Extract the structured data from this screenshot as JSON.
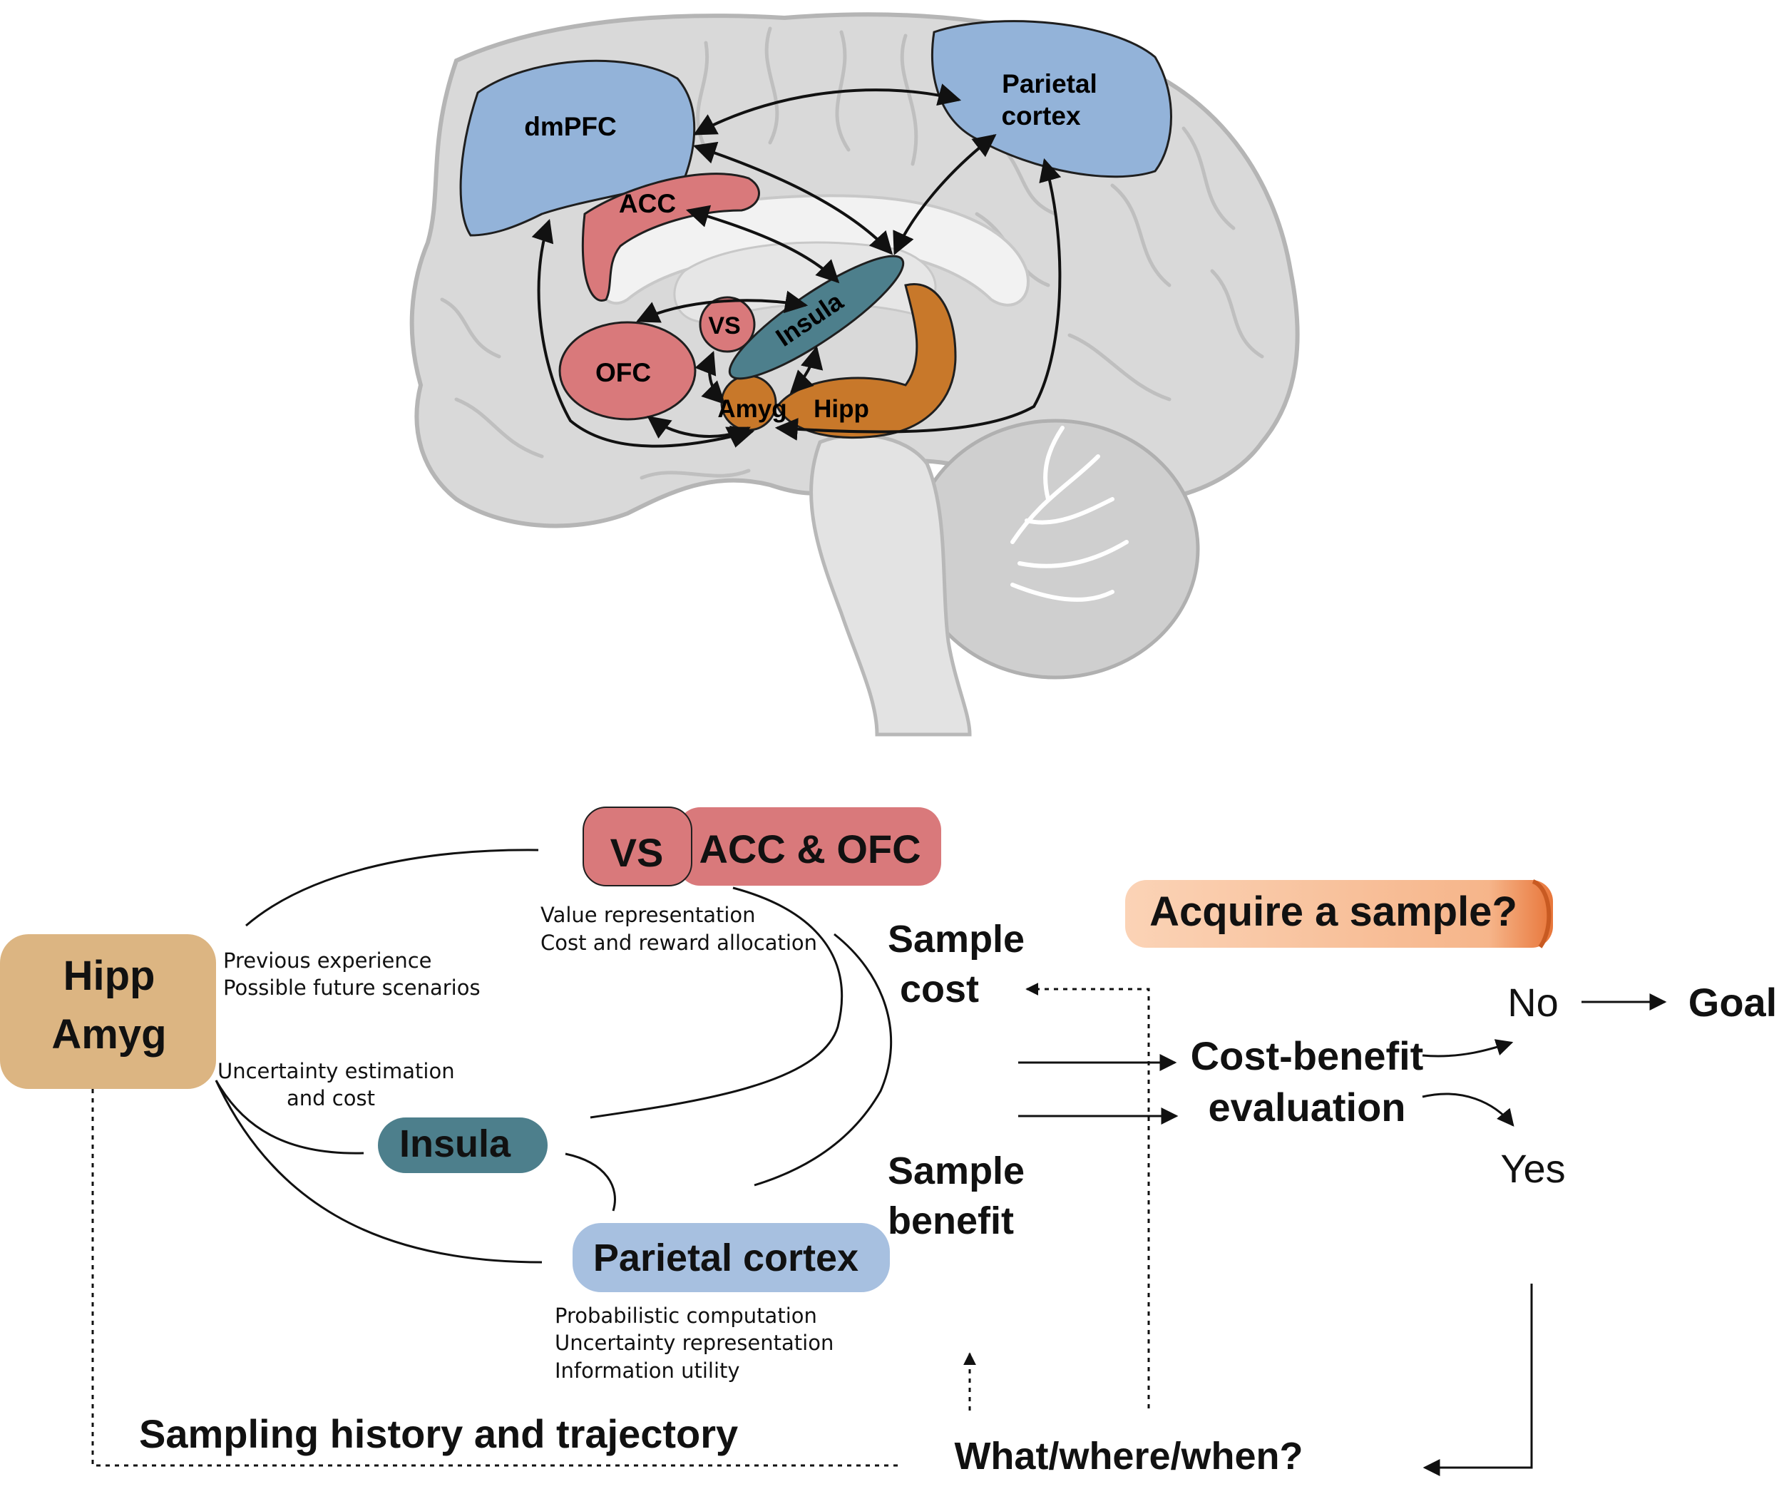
{
  "brain": {
    "regions": {
      "dmpfc": "dmPFC",
      "parietal_line1": "Parietal",
      "parietal_line2": "cortex",
      "acc": "ACC",
      "vs": "VS",
      "insula": "Insula",
      "ofc": "OFC",
      "amyg": "Amyg",
      "hipp": "Hipp"
    }
  },
  "flow": {
    "vs": "VS",
    "acc_ofc": "ACC & OFC",
    "vs_note_1": "Value representation",
    "vs_note_2": "Cost and reward allocation",
    "hipp_line1": "Hipp",
    "hipp_line2": "Amyg",
    "hipp_note_1": "Previous experience",
    "hipp_note_2": "Possible future scenarios",
    "uncertainty_1": "Uncertainty  estimation",
    "uncertainty_2": "and cost",
    "insula": "Insula",
    "parietal": "Parietal cortex",
    "parietal_note_1": "Probabilistic computation",
    "parietal_note_2": "Uncertainty representation",
    "parietal_note_3": "Information utility",
    "sample_cost_1": "Sample",
    "sample_cost_2": "cost",
    "sample_benefit_1": "Sample",
    "sample_benefit_2": "benefit",
    "cost_benefit_1": "Cost-benefit",
    "cost_benefit_2": "evaluation",
    "acquire": "Acquire a sample?",
    "no": "No",
    "goal": "Goal",
    "yes": "Yes",
    "what_where_when": "What/where/when?",
    "history": "Sampling history and trajectory"
  },
  "colors": {
    "blue_region": "#93b3d9",
    "red_region": "#d9797b",
    "teal_region": "#4d7f8c",
    "orange_region": "#c8782a",
    "tan_box": "#dcb582",
    "acquire_fill": "#f7c19a"
  }
}
